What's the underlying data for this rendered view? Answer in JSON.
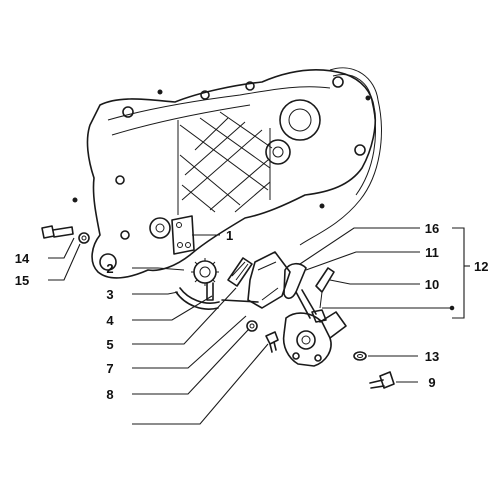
{
  "diagram": {
    "callouts": [
      {
        "id": "1",
        "label": "1"
      },
      {
        "id": "2",
        "label": "2"
      },
      {
        "id": "3",
        "label": "3"
      },
      {
        "id": "4",
        "label": "4"
      },
      {
        "id": "5",
        "label": "5"
      },
      {
        "id": "7",
        "label": "7"
      },
      {
        "id": "8",
        "label": "8"
      },
      {
        "id": "9",
        "label": "9"
      },
      {
        "id": "10",
        "label": "10"
      },
      {
        "id": "11",
        "label": "11"
      },
      {
        "id": "12",
        "label": "12"
      },
      {
        "id": "13",
        "label": "13"
      },
      {
        "id": "14",
        "label": "14"
      },
      {
        "id": "15",
        "label": "15"
      },
      {
        "id": "16",
        "label": "16"
      }
    ]
  }
}
